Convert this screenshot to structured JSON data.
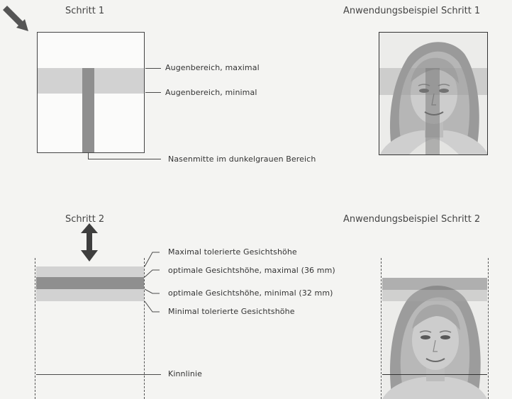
{
  "step1": {
    "title": "Schritt 1",
    "example_title": "Anwendungsbeispiel Schritt 1",
    "labels": {
      "eye_max": "Augenbereich, maximal",
      "eye_min": "Augenbereich, minimal",
      "nose": "Nasenmitte im dunkelgrauen Bereich"
    }
  },
  "step2": {
    "title": "Schritt 2",
    "example_title": "Anwendungsbeispiel Schritt 2",
    "labels": {
      "max_tolerated": "Maximal tolerierte Gesichtshöhe",
      "opt_max": "optimale Gesichtshöhe, maximal (36 mm)",
      "opt_min": "optimale Gesichtshöhe, minimal (32 mm)",
      "min_tolerated": "Minimal tolerierte Gesichtshöhe",
      "chin": "Kinnlinie"
    }
  },
  "colors": {
    "light_band": "#d2d2d2",
    "dark_band": "#8f8f8f",
    "frame": "#444444",
    "background": "#f4f4f2"
  }
}
